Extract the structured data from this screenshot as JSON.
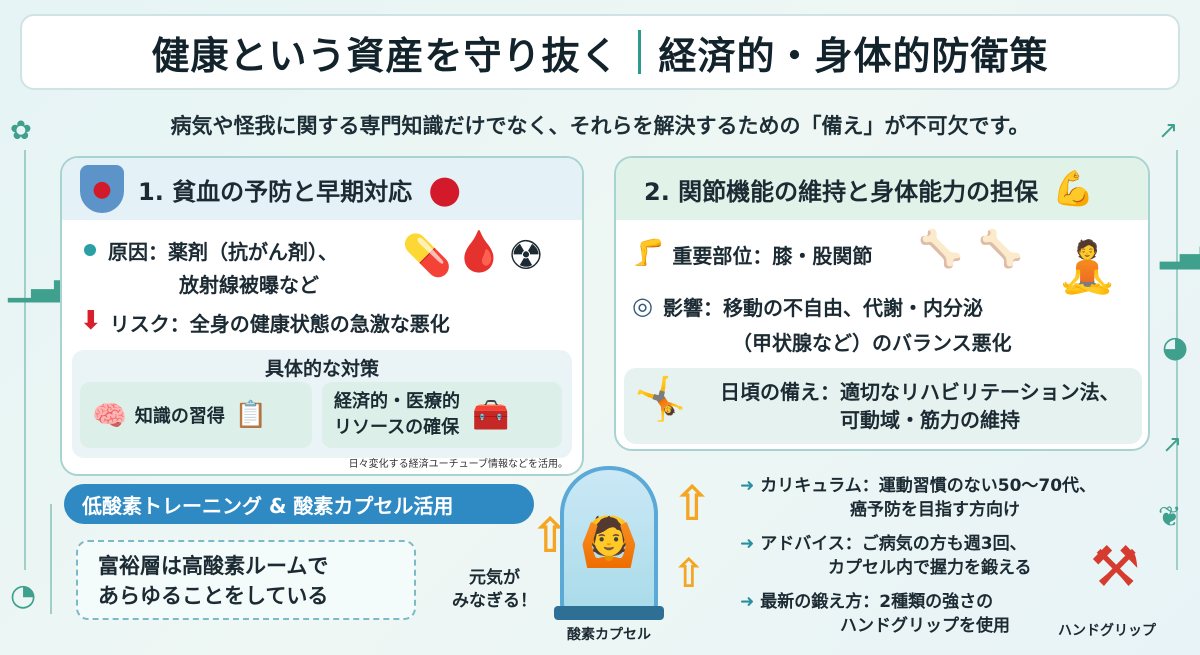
{
  "title": {
    "left": "健康という資産を守り抜く",
    "right": "経済的・身体的防衛策"
  },
  "subtitle": "病気や怪我に関する専門知識だけでなく、それらを解決するための「備え」が不可欠です。",
  "section1": {
    "heading": "1. 貧血の予防と早期対応",
    "cause_line1": "原因：薬剤（抗がん剤）、",
    "cause_line2": "放射線被曝など",
    "risk": "リスク：全身の健康状態の急激な悪化",
    "measures_title": "具体的な対策",
    "measure1": "知識の習得",
    "measure2_line1": "経済的・医療的",
    "measure2_line2": "リソースの確保",
    "note": "日々変化する経済ユーチューブ情報などを活用。"
  },
  "section2": {
    "heading": "2. 関節機能の維持と身体能力の担保",
    "important": "重要部位：膝・股関節",
    "impact_line1": "影響：移動の不自由、代謝・内分泌",
    "impact_line2": "（甲状腺など）のバランス悪化",
    "daily_line1": "日頃の備え：適切なリハビリテーション法、",
    "daily_line2": "可動域・筋力の維持"
  },
  "section3": {
    "heading": "低酸素トレーニング & 酸素カプセル活用",
    "rich_line1": "富裕層は高酸素ルームで",
    "rich_line2": "あらゆることをしている",
    "genki_line1": "元気が",
    "genki_line2": "みなぎる！",
    "capsule_label": "酸素カプセル",
    "curriculum_line1": "カリキュラム：運動習慣のない50〜70代、",
    "curriculum_line2": "癌予防を目指す方向け",
    "advice_line1": "アドバイス：ご病気の方も週3回、",
    "advice_line2": "カプセル内で握力を鍛える",
    "latest_line1": "最新の鍛え方：2種類の強さの",
    "latest_line2": "ハンドグリップを使用",
    "grip_label": "ハンドグリップ"
  }
}
